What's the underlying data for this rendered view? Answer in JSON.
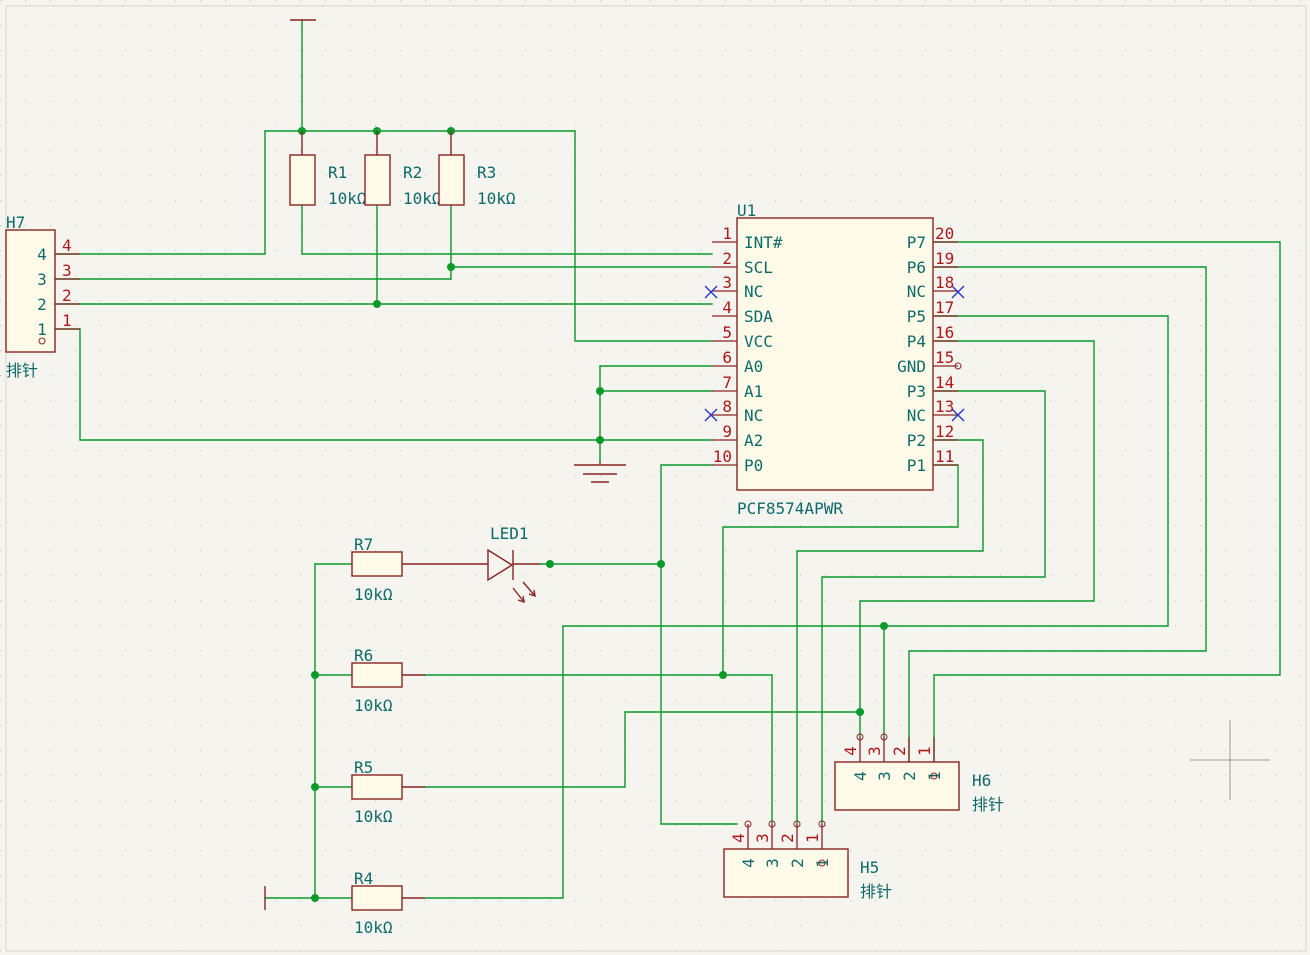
{
  "u1": {
    "ref": "U1",
    "value": "PCF8574APWR",
    "left_pins": [
      {
        "num": "1",
        "name": "INT#"
      },
      {
        "num": "2",
        "name": "SCL"
      },
      {
        "num": "3",
        "name": "NC"
      },
      {
        "num": "4",
        "name": "SDA"
      },
      {
        "num": "5",
        "name": "VCC"
      },
      {
        "num": "6",
        "name": "A0"
      },
      {
        "num": "7",
        "name": "A1"
      },
      {
        "num": "8",
        "name": "NC"
      },
      {
        "num": "9",
        "name": "A2"
      },
      {
        "num": "10",
        "name": "P0"
      }
    ],
    "right_pins": [
      {
        "num": "20",
        "name": "P7"
      },
      {
        "num": "19",
        "name": "P6"
      },
      {
        "num": "18",
        "name": "NC"
      },
      {
        "num": "17",
        "name": "P5"
      },
      {
        "num": "16",
        "name": "P4"
      },
      {
        "num": "15",
        "name": "GND"
      },
      {
        "num": "14",
        "name": "P3"
      },
      {
        "num": "13",
        "name": "NC"
      },
      {
        "num": "12",
        "name": "P2"
      },
      {
        "num": "11",
        "name": "P1"
      }
    ]
  },
  "resistors": [
    {
      "ref": "R1",
      "value": "10kΩ"
    },
    {
      "ref": "R2",
      "value": "10kΩ"
    },
    {
      "ref": "R3",
      "value": "10kΩ"
    },
    {
      "ref": "R7",
      "value": "10kΩ"
    },
    {
      "ref": "R6",
      "value": "10kΩ"
    },
    {
      "ref": "R5",
      "value": "10kΩ"
    },
    {
      "ref": "R4",
      "value": "10kΩ"
    }
  ],
  "led": {
    "ref": "LED1"
  },
  "headers": [
    {
      "ref": "H7",
      "value": "排针",
      "pins": [
        "4",
        "3",
        "2",
        "1"
      ],
      "wire_nums": [
        "4",
        "3",
        "2",
        "1"
      ]
    },
    {
      "ref": "H6",
      "value": "排针",
      "pins": [
        "4",
        "3",
        "2",
        "1"
      ],
      "top_nums": [
        "4",
        "3",
        "2",
        "1"
      ]
    },
    {
      "ref": "H5",
      "value": "排针",
      "pins": [
        "4",
        "3",
        "2",
        "1"
      ],
      "top_nums": [
        "4",
        "3",
        "2",
        "1"
      ]
    }
  ],
  "colors": {
    "wire": "#0a9a2a",
    "component": "#8a2424",
    "text": "#0e6a6a",
    "pin_number": "#b01818",
    "no_connect": "#2a38c8",
    "background": "#f5f4ef"
  }
}
